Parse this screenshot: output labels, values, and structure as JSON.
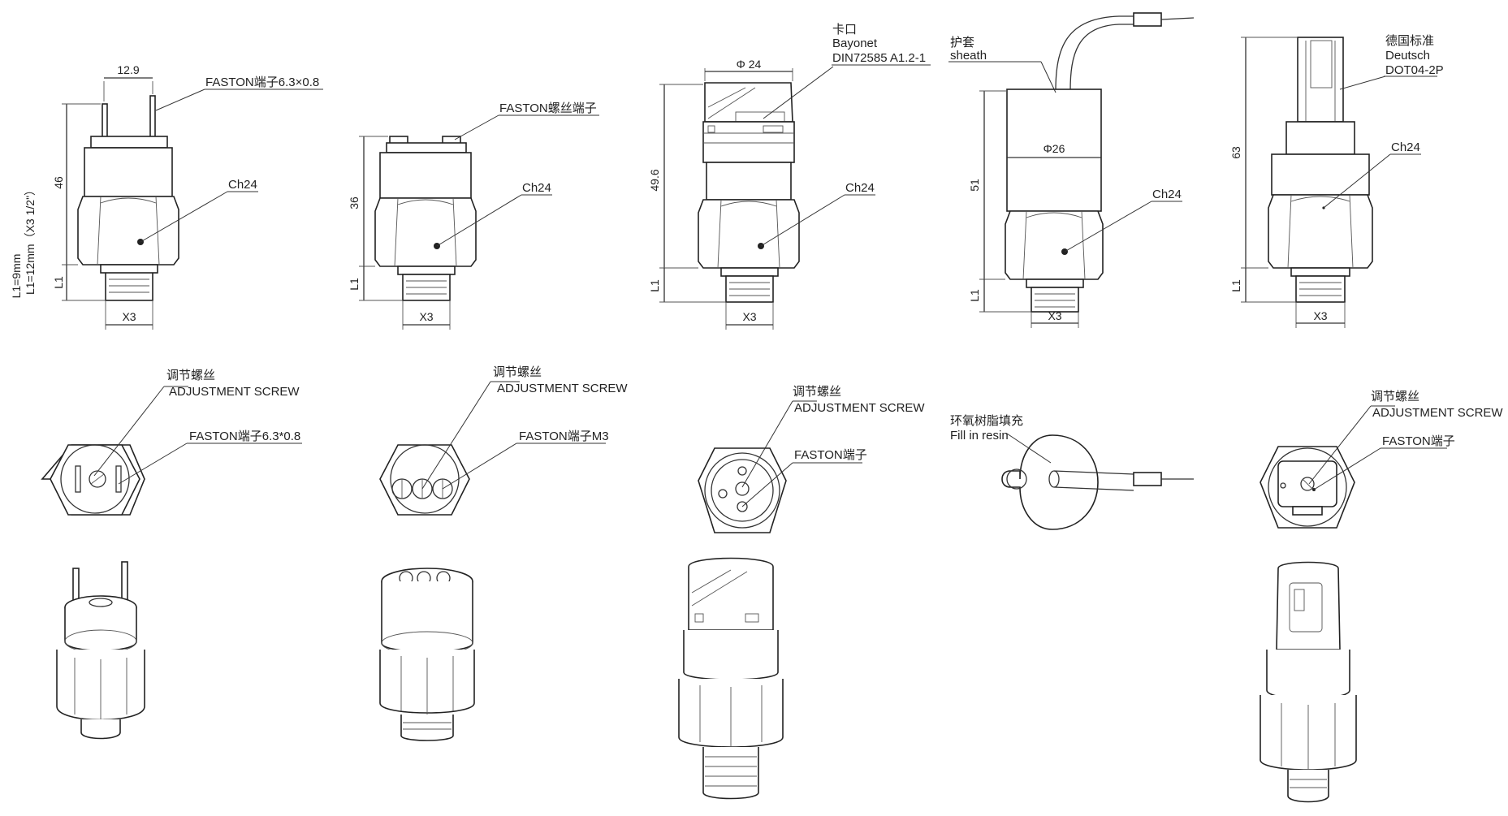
{
  "top_views": [
    {
      "height_dim": "46",
      "width_dim": "12.9",
      "terminal_label": "FASTON端子6.3×0.8",
      "hex_label": "Ch24",
      "thread_label": "X3",
      "l1_label": "L1",
      "side_note_1": "L1=9mm",
      "side_note_2": "L1=12mm（X3 1/2\"）"
    },
    {
      "height_dim": "36",
      "terminal_label": "FASTON螺丝端子",
      "hex_label": "Ch24",
      "thread_label": "X3",
      "l1_label": "L1"
    },
    {
      "height_dim": "49.6",
      "diameter_dim": "Φ 24",
      "connector_cn": "卡口",
      "connector_en": "Bayonet",
      "connector_std": "DIN72585 A1.2-1",
      "hex_label": "Ch24",
      "thread_label": "X3",
      "l1_label": "L1"
    },
    {
      "height_dim": "51",
      "diameter_dim": "Φ26",
      "sheath_cn": "护套",
      "sheath_en": "sheath",
      "hex_label": "Ch24",
      "thread_label": "X3",
      "l1_label": "L1"
    },
    {
      "height_dim": "63",
      "connector_cn": "德国标准",
      "connector_en": "Deutsch",
      "connector_std": "DOT04-2P",
      "hex_label": "Ch24",
      "thread_label": "X3",
      "l1_label": "L1"
    }
  ],
  "bottom_views": [
    {
      "line1": "调节螺丝",
      "line2": "ADJUSTMENT SCREW",
      "terminal": "FASTON端子6.3*0.8"
    },
    {
      "line1": "调节螺丝",
      "line2": "ADJUSTMENT SCREW",
      "terminal": "FASTON端子M3"
    },
    {
      "line1": "调节螺丝",
      "line2": "ADJUSTMENT SCREW",
      "terminal": "FASTON端子"
    },
    {
      "line1": "环氧树脂填充",
      "line2": "Fill in resin"
    },
    {
      "line1": "调节螺丝",
      "line2": "ADJUSTMENT SCREW",
      "terminal": "FASTON端子"
    }
  ]
}
